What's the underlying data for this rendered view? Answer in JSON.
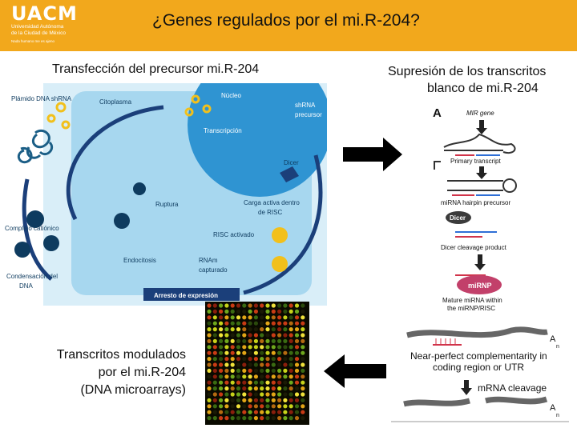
{
  "header": {
    "logo_main": "UACM",
    "logo_sub_1": "Universidad Autónoma",
    "logo_sub_2": "de la Ciudad de México",
    "logo_motto": "Nada humano me es ajeno",
    "title": "¿Genes regulados por el mi.R-204?",
    "color": "#f2a81c"
  },
  "captions": {
    "transfection": "Transfección del precursor mi.R-204",
    "suppression_1": "Supresión de los transcritos",
    "suppression_2": "blanco de mi.R-204",
    "modulated_1": "Transcritos modulados",
    "modulated_2": "por el mi.R-204",
    "modulated_3": "(DNA microarrays)"
  },
  "transfection_diagram": {
    "plasmid": "Plámido DNA shRNA",
    "cytoplasm": "Citoplasma",
    "nucleus": "Núcleo",
    "transcription": "Transcripción",
    "precursor_1": "shRNA",
    "precursor_2": "precursor",
    "dicer": "Dicer",
    "rupture": "Ruptura",
    "risc_load_1": "Carga activa dentro",
    "risc_load_2": "de RISC",
    "complex": "Complejo catiónico",
    "risc_active": "RISC activado",
    "endocytosis": "Endocitosis",
    "mrna_1": "RNAm",
    "mrna_2": "capturado",
    "condensation_1": "Condensación del",
    "condensation_2": "DNA",
    "arrest": "Arresto de expresión"
  },
  "pathway": {
    "panel_label": "A",
    "mir_gene": "MIR gene",
    "primary": "Primary transcript",
    "hairpin": "miRNA hairpin precursor",
    "dicer": "Dicer",
    "cleavage": "Dicer cleavage product",
    "mirnp": "miRNP",
    "mature_1": "Mature miRNA within",
    "mature_2": "the miRNP/RISC",
    "an": "A",
    "an_sub": "n",
    "complementarity_1": "Near-perfect complementarity in",
    "complementarity_2": "coding region or UTR",
    "mrna_cleavage": "mRNA cleavage"
  }
}
